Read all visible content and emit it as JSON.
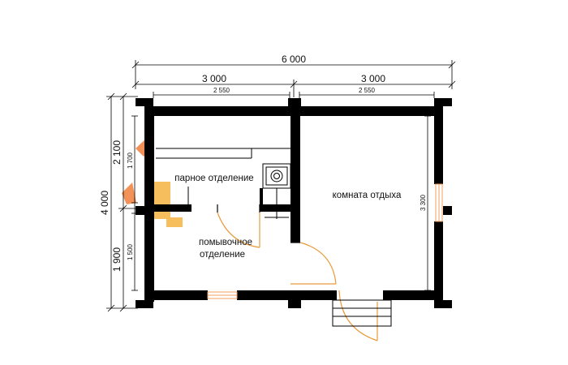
{
  "dimensions": {
    "total_width": "6 000",
    "left_width": "3 000",
    "right_width": "3 000",
    "left_inner": "2 550",
    "right_inner": "2 550",
    "total_height": "4 000",
    "upper_height": "2 100",
    "lower_height": "1 900",
    "steam_inner": "1 700",
    "wash_inner": "1 500",
    "rest_inner": "3 300"
  },
  "rooms": {
    "steam": "парное отделение",
    "wash_line1": "помывочное",
    "wash_line2": "отделение",
    "rest": "комната отдыха"
  },
  "colors": {
    "wall": "#000000",
    "door_swing": "#e89a3a",
    "window": "#f0a060",
    "watermark_orange": "#f07f3c",
    "watermark_yellow": "#f5b340"
  }
}
